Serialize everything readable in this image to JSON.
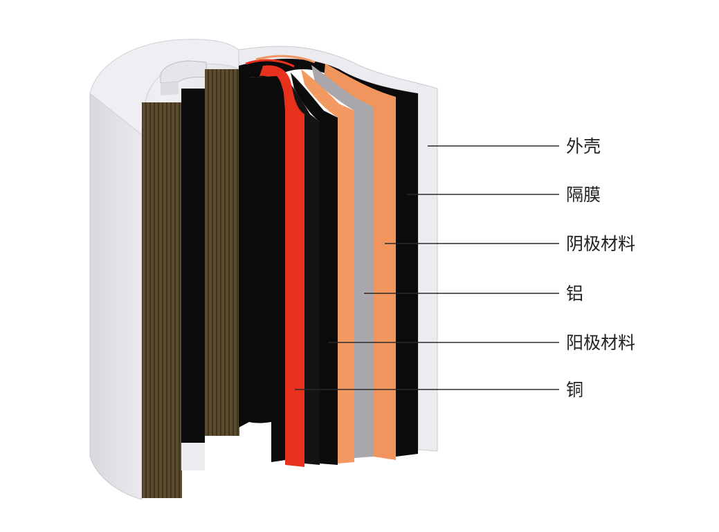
{
  "labels": [
    {
      "id": "shell",
      "text": "外壳"
    },
    {
      "id": "separator",
      "text": "隔膜"
    },
    {
      "id": "cathode-material",
      "text": "阴极材料"
    },
    {
      "id": "aluminum",
      "text": "铝"
    },
    {
      "id": "anode-material",
      "text": "阳极材料"
    },
    {
      "id": "copper",
      "text": "铜"
    }
  ],
  "colors": {
    "shell": "#ECEBF0",
    "separator": "#0A0A0A",
    "cathode_material": "#F0955E",
    "aluminum": "#A9A7AC",
    "copper": "#E8311C",
    "winding": "#584B2C"
  }
}
